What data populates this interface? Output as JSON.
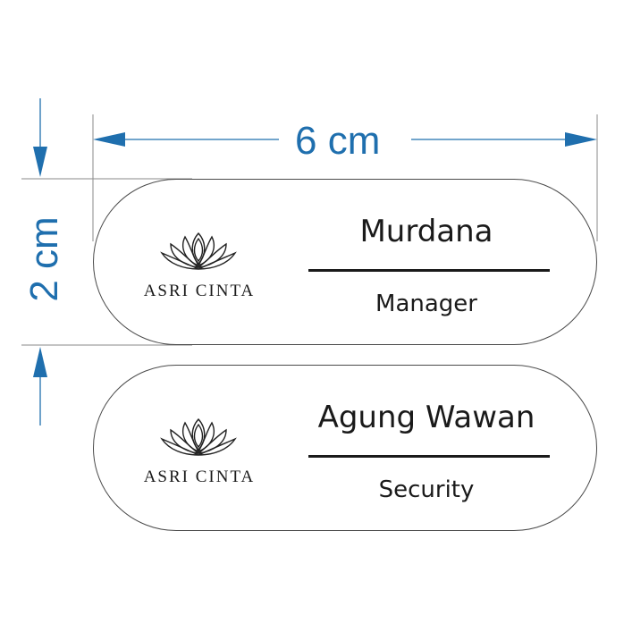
{
  "dimensions": {
    "width_label": "6 cm",
    "height_label": "2 cm",
    "color": "#1f6fae"
  },
  "badges": [
    {
      "brand": "ASRI CINTA",
      "name": "Murdana",
      "role": "Manager"
    },
    {
      "brand": "ASRI CINTA",
      "name": "Agung Wawan",
      "role": "Security"
    }
  ],
  "logo_icon": "lotus-icon"
}
